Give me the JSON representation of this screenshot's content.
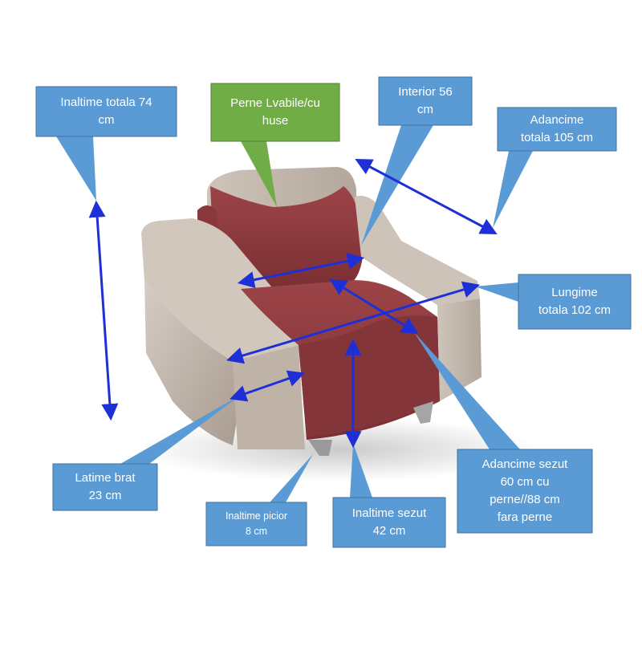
{
  "image": {
    "subject": "armchair-dimensions",
    "colors": {
      "callout_blue": "#5b9bd5",
      "callout_green": "#70ad47",
      "arrow": "#1f2fd6",
      "fabric_beige": "#c9bdb2",
      "fabric_red": "#8e3b3f"
    }
  },
  "callouts": {
    "inaltime_totala": "Inaltime totala 74\ncm",
    "perne_lavabile": "Perne Lvabile/cu\nhuse",
    "interior": "Interior 56\ncm",
    "adancime_totala": "Adancime\ntotala 105 cm",
    "lungime_totala": "Lungime\ntotala 102 cm",
    "latime_brat": "Latime brat\n23 cm",
    "inaltime_picior": "Inaltime picior\n8 cm",
    "inaltime_sezut": "Inaltime sezut\n42 cm",
    "adancime_sezut": "Adancime sezut\n60 cm cu\nperne//88 cm\nfara perne"
  }
}
